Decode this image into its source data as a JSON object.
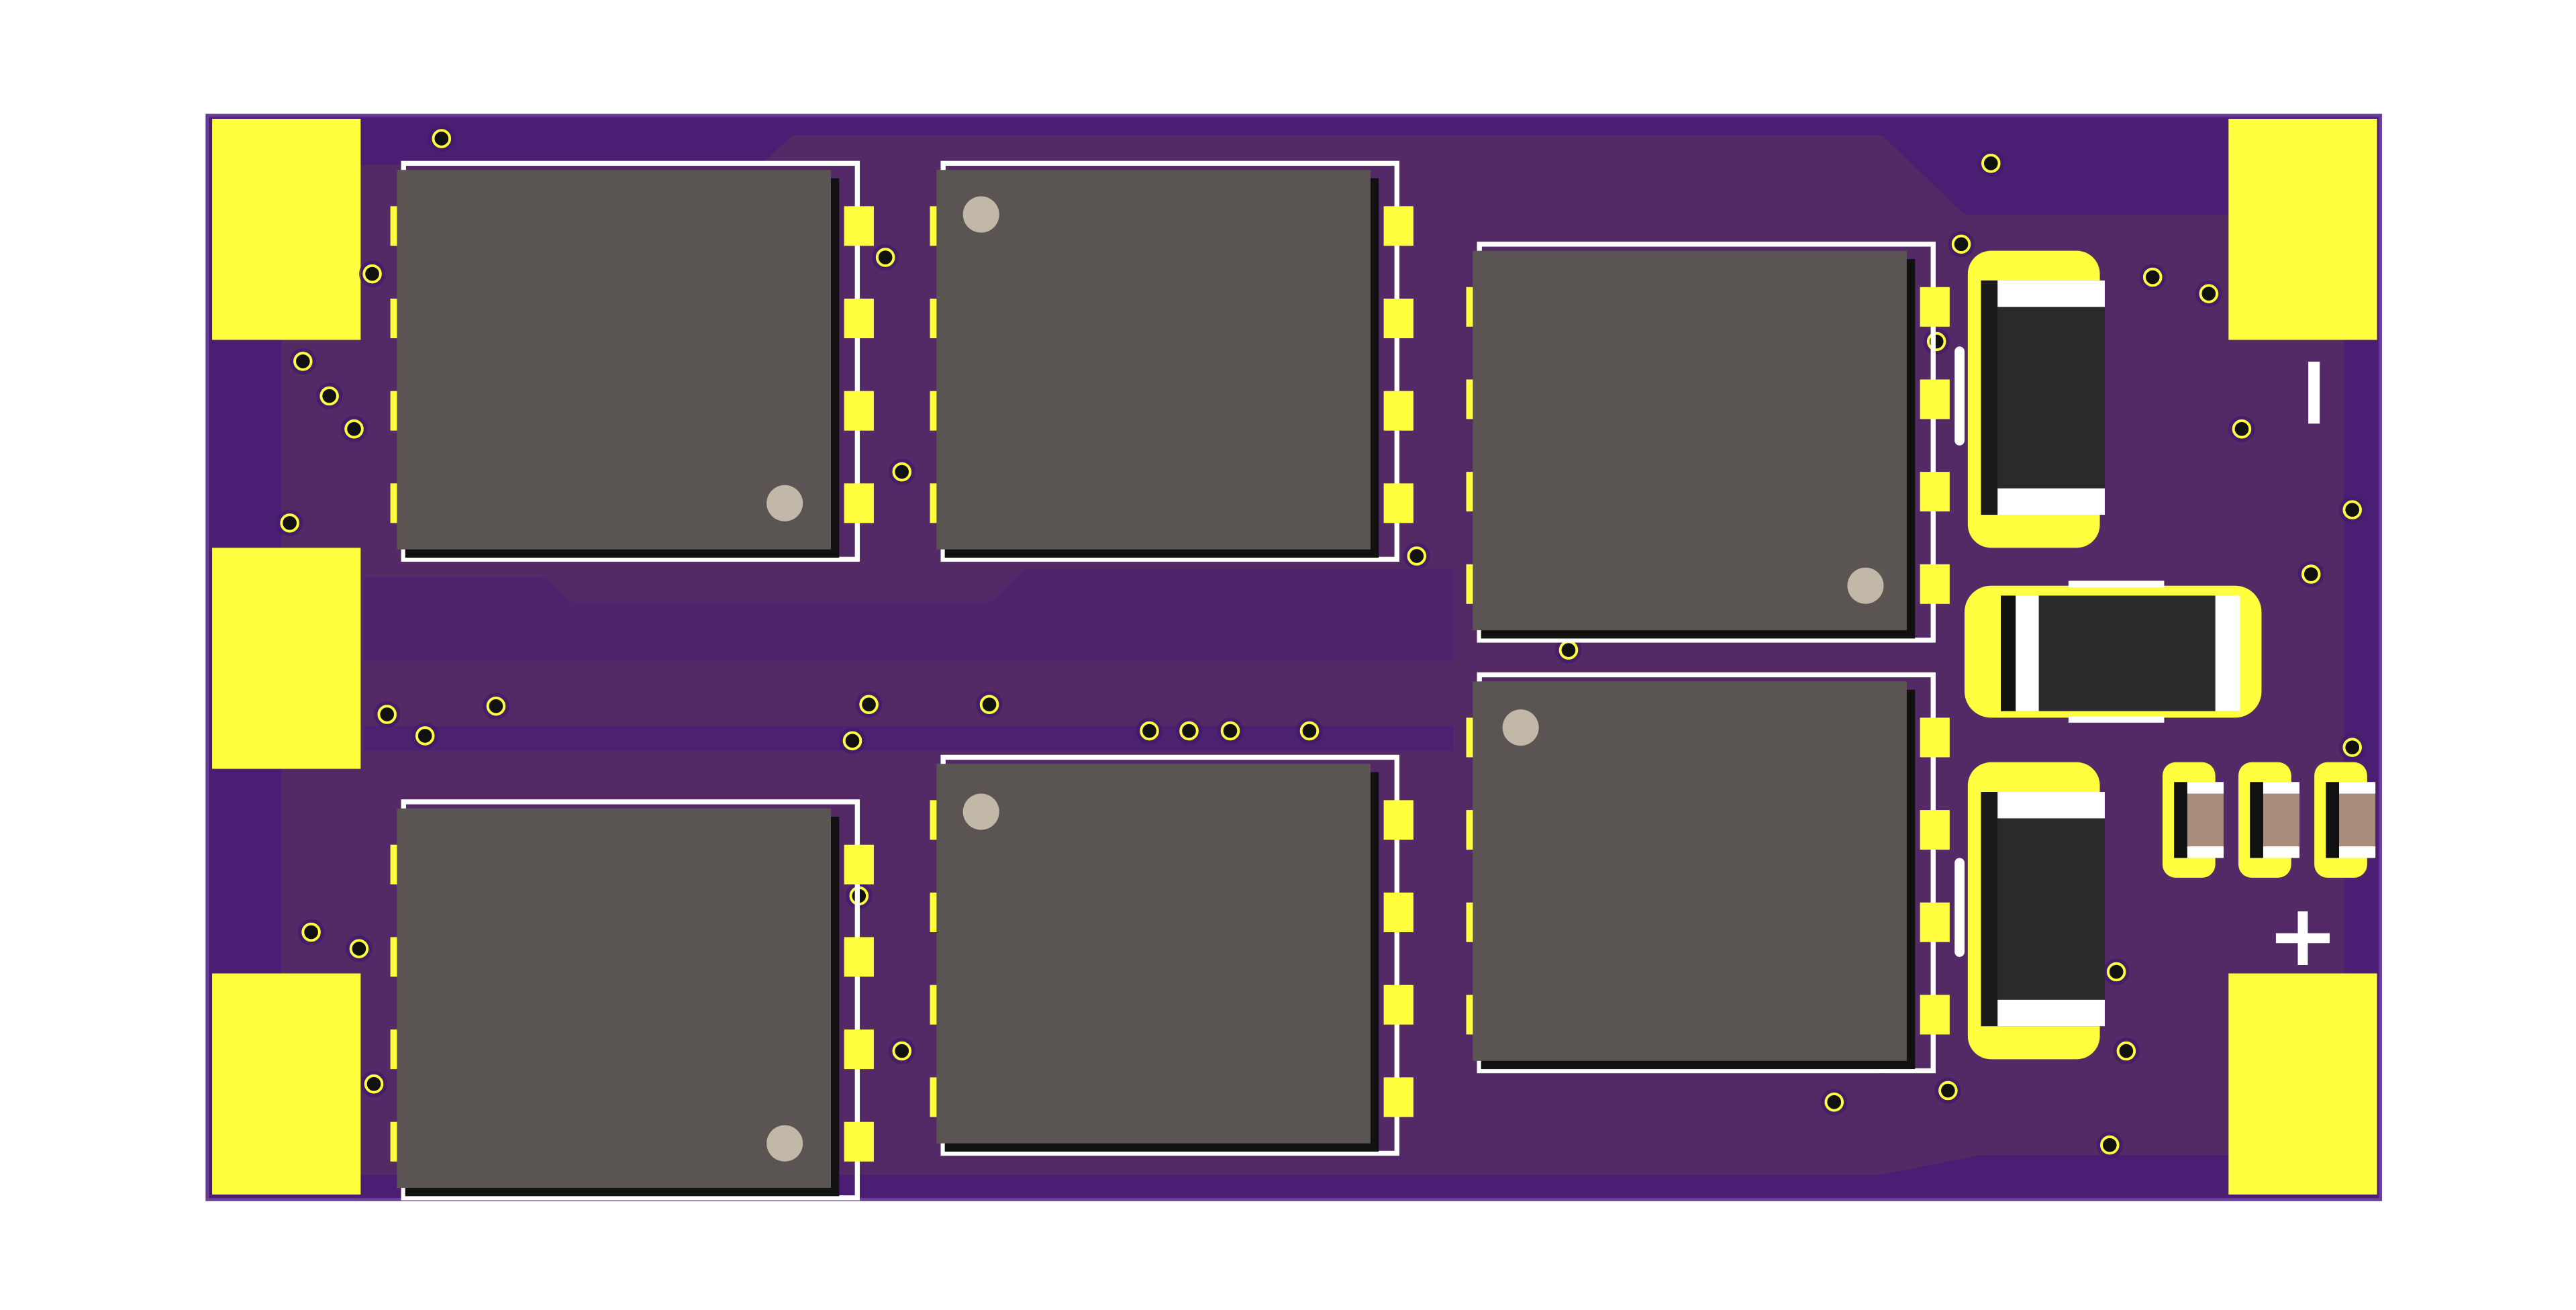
{
  "colors": {
    "background": "#ffffff",
    "board": "#4a1f73",
    "copper_pour": "#532a66",
    "pad": "#ffff40",
    "ic_body": "#5a5552",
    "ic_shadow": "#111111",
    "silkscreen": "#ffffff",
    "inductor_body": "#2a2a2c",
    "ceramic_body": "#a88c7c",
    "via_hole": "#111111"
  },
  "silkscreen": {
    "negative_label": "−",
    "positive_label": "+"
  },
  "components": {
    "ic_packages": 6,
    "large_smd_parts": 3,
    "small_capacitors": 3,
    "terminal_pads": 5
  }
}
